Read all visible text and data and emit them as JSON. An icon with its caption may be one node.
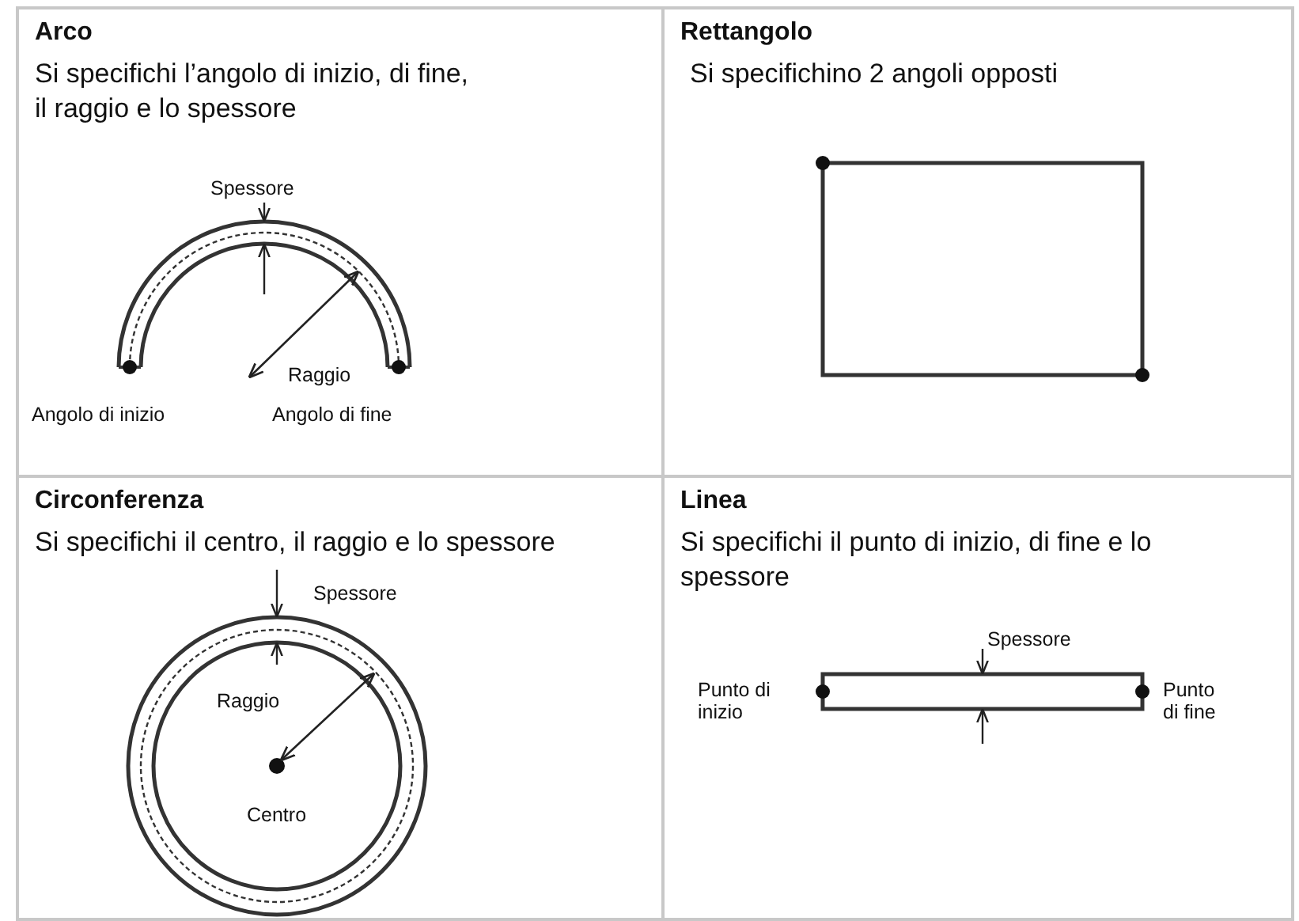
{
  "diagram": {
    "nodes": [
      {
        "text": [
          "Arco",
          "Si specifichi l’angolo di inizio, di fine, il raggio e lo spessore"
        ]
      },
      {
        "text": [
          "Rettangolo",
          "Si specifichino 2 angoli opposti"
        ]
      },
      {
        "text": [
          "Circonferenza",
          "Si specifichi il centro, il raggio e lo spessore"
        ]
      },
      {
        "text": [
          "Linea",
          "Si specifichi il punto di inizio, di fine e lo spessore"
        ]
      }
    ],
    "labels": [
      "Spessore",
      "Raggio",
      "Angolo di inizio",
      "Angolo di fine",
      "Spessore",
      "Raggio",
      "Centro",
      "Spessore",
      "Punto di inizio",
      "Punto di fine"
    ]
  }
}
